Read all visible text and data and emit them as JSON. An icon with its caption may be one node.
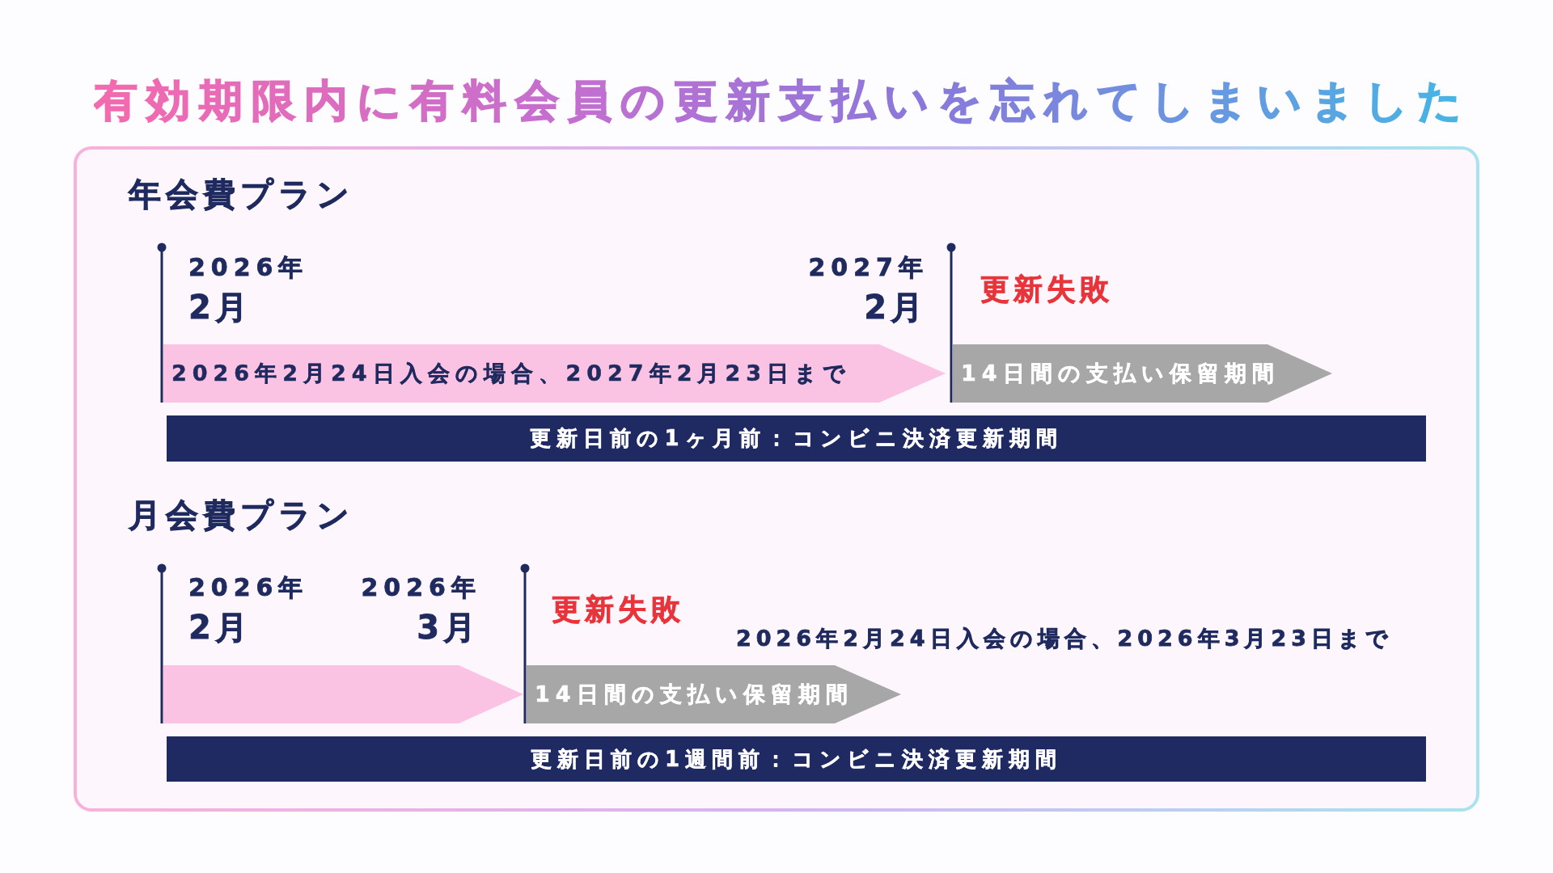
{
  "diagram": {
    "title": "有効期限内に有料会員の更新支払いを忘れてしまいました",
    "nodes": [
      {
        "text": [
          "年会費プラン",
          "月会費プラン"
        ]
      },
      {
        "text": [
          "2026年2月24日入会の場合、2027年2月23日まで"
        ],
        "in": 0
      },
      {
        "text": [
          "14日間の支払い保留期間"
        ],
        "in": 0
      },
      {
        "text": [
          "更新日前の1ヶ月前：コンビニ決済更新期間"
        ],
        "in": 0
      },
      {
        "text": [],
        "shape": "arrow",
        "in": 0
      },
      {
        "text": [
          "14日間の支払い保留期間"
        ],
        "in": 0
      },
      {
        "text": [
          "更新日前の1週間前：コンビニ決済更新期間"
        ],
        "in": 0
      }
    ],
    "labels": [
      "2026年",
      "2月",
      "2027年",
      "2月",
      "更新失敗",
      "2026年",
      "2月",
      "2026年",
      "3月",
      "更新失敗",
      "2026年2月24日入会の場合、2026年3月23日まで"
    ]
  }
}
